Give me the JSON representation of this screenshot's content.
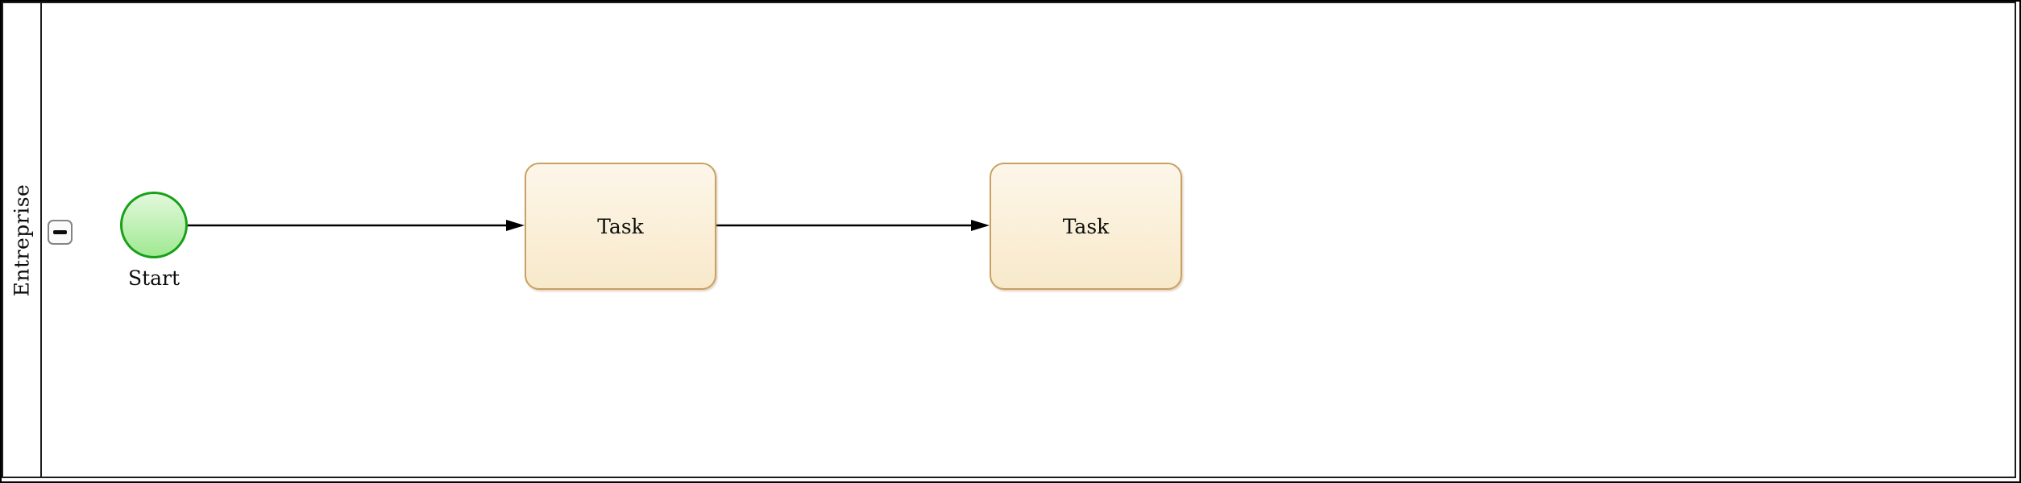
{
  "diagram_type": "bpmn-process",
  "pool": {
    "label": "Entreprise",
    "state": "expanded",
    "collapse_icon": "minus-icon"
  },
  "nodes": {
    "start": {
      "type": "start-event",
      "label": "Start"
    },
    "task1": {
      "type": "task",
      "label": "Task"
    },
    "task2": {
      "type": "task",
      "label": "Task"
    }
  },
  "edges": [
    {
      "from": "start",
      "to": "task1",
      "type": "sequence-flow"
    },
    {
      "from": "task1",
      "to": "task2",
      "type": "sequence-flow"
    }
  ],
  "colors": {
    "canvas-border": "#000000",
    "pool-line": "#1c1c1c",
    "start-border": "#18a018",
    "start-fill-top": "#e3f8dc",
    "start-fill-bottom": "#9fe992",
    "task-border": "#c9a063",
    "task-fill-top": "#fdf6e9",
    "task-fill-bottom": "#f8e9ca",
    "button-border": "#848484",
    "button-fill": "#fbfbfb",
    "edge-color": "#000000",
    "text-color": "#0d0d0d"
  }
}
